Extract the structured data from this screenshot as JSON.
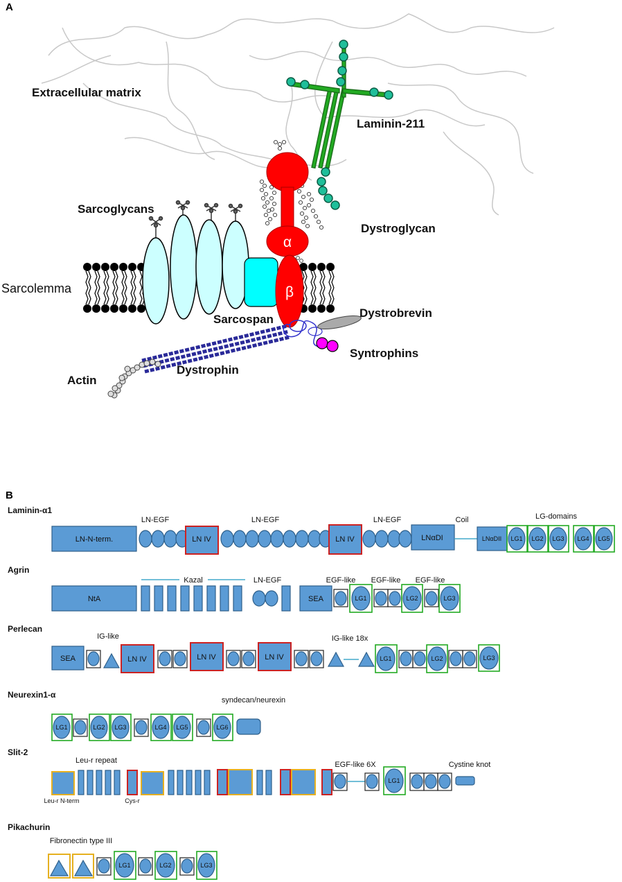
{
  "panel_a": {
    "letter": "A",
    "labels": {
      "ecm": "Extracellular matrix",
      "laminin": "Laminin-211",
      "sarcoglycans": "Sarcoglycans",
      "dystroglycan": "Dystroglycan",
      "sarcolemma": "Sarcolemma",
      "dystrobrevin": "Dystrobrevin",
      "sarcospan": "Sarcospan",
      "syntrophins": "Syntrophins",
      "dystrophin": "Dystrophin",
      "actin": "Actin",
      "alpha": "α",
      "beta": "β"
    },
    "colors": {
      "dystroglycan": "#ff0000",
      "sarcoglycan": "#ccffff",
      "sarcospan": "#00ffff",
      "laminin": "#22aa22",
      "laminin_globule": "#1fbf9a",
      "dystrophin": "#3333aa",
      "syntrophin": "#ff00ff",
      "dystrobrevin": "#aaaaaa"
    }
  },
  "panel_b": {
    "letter": "B",
    "rows": {
      "laminin": {
        "title": "Laminin-α1",
        "nterm": "LN-N-term.",
        "ln_egf_1": "LN-EGF",
        "ln_egf_2": "LN-EGF",
        "ln_egf_3": "LN-EGF",
        "lniv_1": "LN IV",
        "lniv_2": "LN IV",
        "coil": "Coil",
        "lg_domains": "LG-domains",
        "lnadi": "LNαDI",
        "lnadii": "LNαDII",
        "lg": [
          "LG1",
          "LG2",
          "LG3",
          "LG4",
          "LG5"
        ]
      },
      "agrin": {
        "title": "Agrin",
        "nta": "NtA",
        "kazal": "Kazal",
        "ln_egf": "LN-EGF",
        "sea": "SEA",
        "egf1": "EGF-like",
        "egf2": "EGF-like",
        "egf3": "EGF-like",
        "lg": [
          "LG1",
          "LG2",
          "LG3"
        ]
      },
      "perlecan": {
        "title": "Perlecan",
        "sea": "SEA",
        "ig_like": "IG-like",
        "lniv": [
          "LN IV",
          "LN IV",
          "LN IV"
        ],
        "ig18": "IG-like 18x",
        "lg": [
          "LG1",
          "LG2",
          "LG3"
        ]
      },
      "neurexin": {
        "title": "Neurexin1-α",
        "synd": "syndecan/neurexin",
        "lg": [
          "LG1",
          "LG2",
          "LG3",
          "LG4",
          "LG5",
          "LG6"
        ]
      },
      "slit": {
        "title": "Slit-2",
        "leur": "Leu-r repeat",
        "leur_nterm": "Leu-r N-term",
        "cysr": "Cys-r",
        "egf6x": "EGF-like 6X",
        "cystine": "Cystine knot",
        "lg": [
          "LG1"
        ]
      },
      "pikachurin": {
        "title": "Pikachurin",
        "fn3": "Fibronectin type III",
        "lg": [
          "LG1",
          "LG2",
          "LG3"
        ]
      }
    },
    "colors": {
      "domain_fill": "#5b9bd5",
      "domain_stroke": "#2e5f8a",
      "lg_border": "#22aa22",
      "lniv_border": "#cc2222",
      "leur_border": "#e6b020",
      "link": "#44aacc"
    }
  }
}
